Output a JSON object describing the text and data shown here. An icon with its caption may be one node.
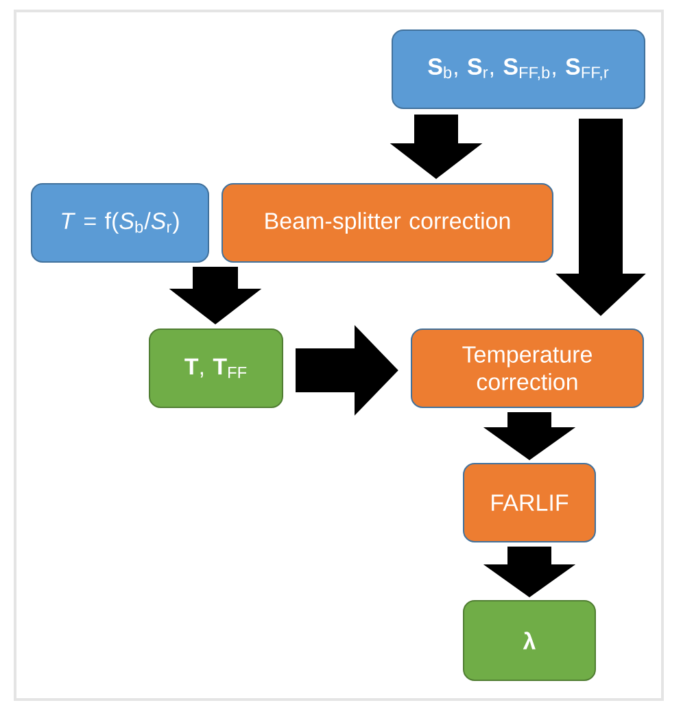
{
  "diagram": {
    "nodes": [
      {
        "text": [
          "**S**$_{b}$, **S**$_{r}$, **S**$_{FF,b}$, **S**$_{FF,r}$"
        ]
      },
      {
        "text": [
          "*T* = f(*S*$_{b}$/*S*$_{r}$)"
        ]
      },
      {
        "text": [
          "Beam-splitter correction"
        ]
      },
      {
        "text": [
          "**T**, **T**$_{FF}$"
        ]
      },
      {
        "text": [
          "Temperature correction"
        ]
      },
      {
        "text": [
          "FARLIF"
        ]
      },
      {
        "text": [
          "λ"
        ]
      }
    ],
    "edges": [
      {
        "from": 0,
        "to": 2,
        "arrow": "to"
      },
      {
        "from": 0,
        "to": 4,
        "arrow": "to"
      },
      {
        "from": 1,
        "to": 3,
        "arrow": "to"
      },
      {
        "from": 3,
        "to": 4,
        "arrow": "to"
      },
      {
        "from": 4,
        "to": 5,
        "arrow": "to"
      },
      {
        "from": 5,
        "to": 6,
        "arrow": "to"
      }
    ]
  }
}
